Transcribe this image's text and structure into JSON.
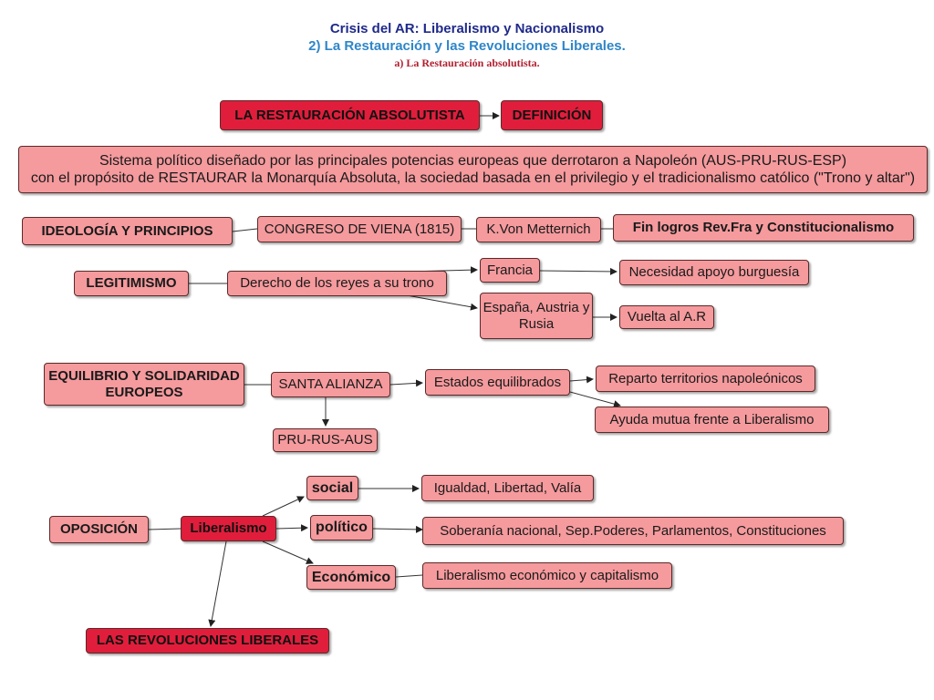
{
  "header": {
    "title": "Crisis del AR: Liberalismo y Nacionalismo",
    "subtitle": "2) La Restauración y las Revoluciones Liberales.",
    "section": "a) La Restauración absolutista."
  },
  "colors": {
    "node_red": "#e01e3c",
    "node_pink": "#f59a9d",
    "border": "#5a2a2a",
    "title": "#1f2a8a",
    "subtitle": "#2e86c8",
    "section": "#b02030"
  },
  "nodes": {
    "restauracion": "LA RESTAURACIÓN ABSOLUTISTA",
    "definicion": "DEFINICIÓN",
    "definition_line1": "Sistema político diseñado por las principales potencias europeas que derrotaron a Napoleón (AUS-PRU-RUS-ESP)",
    "definition_line2": "con el propósito de RESTAURAR la Monarquía Absoluta, la sociedad basada en el privilegio y el tradicionalismo católico (\"Trono y altar\")",
    "ideologia": "IDEOLOGÍA Y PRINCIPIOS",
    "congreso": "CONGRESO DE VIENA (1815)",
    "metternich": "K.Von Metternich",
    "fin_logros": "Fin logros Rev.Fra y Constitucionalismo",
    "legitimismo": "LEGITIMISMO",
    "derecho": "Derecho de los reyes a su trono",
    "francia": "Francia",
    "necesidad": "Necesidad apoyo burguesía",
    "espana": "España, Austria y Rusia",
    "vuelta": "Vuelta al A.R",
    "equilibrio": "EQUILIBRIO Y SOLIDARIDAD EUROPEOS",
    "santa_alianza": "SANTA ALIANZA",
    "estados": "Estados equilibrados",
    "reparto": "Reparto territorios napoleónicos",
    "ayuda": "Ayuda mutua frente a Liberalismo",
    "pru_rus_aus": "PRU-RUS-AUS",
    "oposicion": "OPOSICIÓN",
    "liberalismo": "Liberalismo",
    "social": "social",
    "politico": "político",
    "economico": "Económico",
    "igualdad": "Igualdad, Libertad, Valía",
    "soberania": "Soberanía nacional, Sep.Poderes, Parlamentos, Constituciones",
    "lib_economico": "Liberalismo económico y capitalismo",
    "revoluciones": "LAS REVOLUCIONES LIBERALES"
  }
}
